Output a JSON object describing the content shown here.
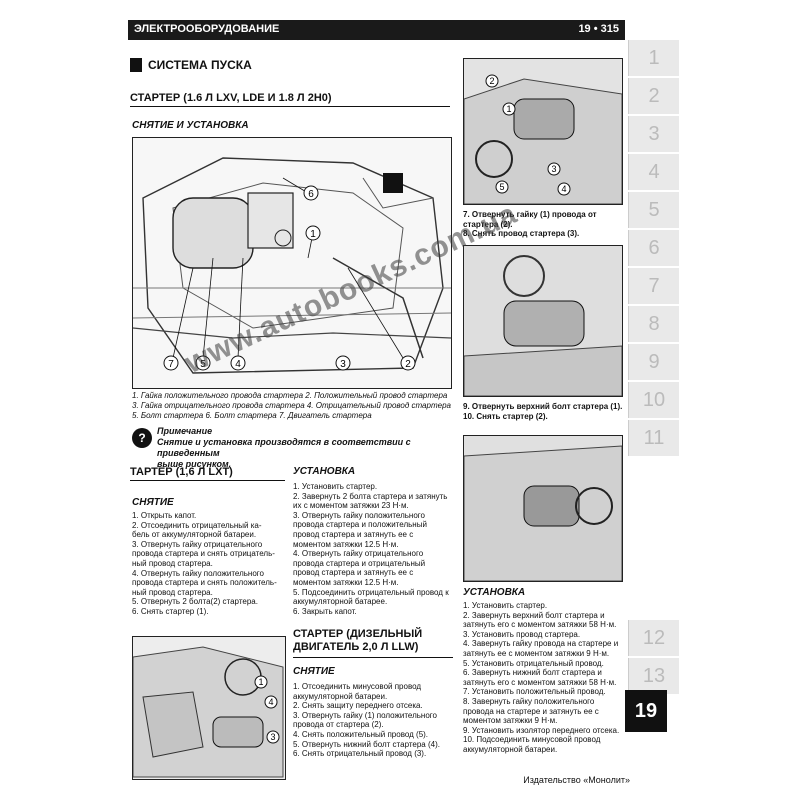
{
  "header": {
    "section": "ЭЛЕКТРООБОРУДОВАНИЕ",
    "page": "19 • 315"
  },
  "main": {
    "title": "СИСТЕМА ПУСКА",
    "starter1": {
      "title": "СТАРТЕР (1.6 Л LXV, LDE И 1.8 Л 2H0)",
      "subtitle": "СНЯТИЕ И УСТАНОВКА",
      "fig_labels": [
        "6",
        "1",
        "7",
        "5",
        "4",
        "3",
        "2"
      ],
      "caption": [
        "1. Гайка положительного провода стартера 2. Положительный провод стартера",
        "3. Гайка отрицательного провода стартера 4. Отрицательный провод стартера",
        "5. Болт стартера 6. Болт стартера 7. Двигатель стартера"
      ]
    },
    "note": {
      "label": "Примечание",
      "text": [
        "Снятие и установка производятся в соответствии с приведенным",
        "выше рисунком."
      ]
    },
    "starter2": {
      "title": "ТАРТЕР (1,6 Л LXT)",
      "removal_title": "СНЯТИЕ",
      "removal": [
        "1. Открыть капот.",
        "2. Отсоединить отрицательный ка-",
        "бель от аккумуляторной батареи.",
        "3. Отвернуть гайку отрицательного",
        "провода стартера и снять отрицатель-",
        "ный провод стартера.",
        "4. Отвернуть гайку положительного",
        "провода стартера и снять положитель-",
        "ный провод стартера.",
        "5. Отвернуть 2 болта(2) стартера.",
        "6. Снять стартер (1)."
      ],
      "install_title": "УСТАНОВКА",
      "install": [
        "1. Установить стартер.",
        "2. Завернуть 2 болта стартера и затянуть их с моментом затяжки 23 Н·м.",
        "3. Отвернуть гайку положительного провода стартера и положительный провод стартера и затянуть ее с моментом затяжки 12.5 Н·м.",
        "4. Отвернуть гайку отрицательного провода стартера и отрицательный провод стартера и затянуть ее с моментом затяжки 12.5 Н·м.",
        "5. Подсоединить отрицательный провод к аккумуляторной батарее.",
        "6. Закрыть капот."
      ]
    },
    "starter3": {
      "title_line1": "СТАРТЕР (ДИЗЕЛЬНЫЙ",
      "title_line2": "ДВИГАТЕЛЬ 2,0 Л LLW)",
      "removal_title": "СНЯТИЕ",
      "removal": [
        "1. Отсоединить минусовой провод аккумуляторной батареи.",
        "2. Снять защиту переднего отсека.",
        "3. Отвернуть гайку (1) положительного провода от стартера (2).",
        "4. Снять положительный провод (5).",
        "5. Отвернуть нижний болт стартера (4).",
        "6. Снять отрицательный провод (3)."
      ],
      "fig_labels": [
        "1",
        "4",
        "3"
      ]
    },
    "right": {
      "fig1_labels": [
        "2",
        "1",
        "3",
        "5",
        "4"
      ],
      "steps_a": [
        "7. Отвернуть гайку (1) провода от стартера (2).",
        "8. Снять провод стартера (3)."
      ],
      "steps_b": [
        "9. Отвернуть верхний болт стартера (1).",
        "10. Снять стартер (2)."
      ],
      "install_title": "УСТАНОВКА",
      "install": [
        "1. Установить стартер.",
        "2. Завернуть верхний болт стартера и затянуть его с моментом затяжки 58 Н·м.",
        "3. Установить провод стартера.",
        "4. Завернуть гайку провода на стартере и затянуть ее с моментом затяжки 9 Н·м.",
        "5. Установить отрицательный провод.",
        "6. Завернуть нижний болт стартера и затянуть его с моментом затяжки 58 Н·м.",
        "7. Установить положительный провод.",
        "8. Завернуть гайку положительного провода на стартере и затянуть ее с моментом затяжки 9 Н·м.",
        "9. Установить изолятор переднего отсека.",
        "10. Подсоединить минусовой провод аккумуляторной батареи."
      ]
    }
  },
  "tabs": [
    "1",
    "2",
    "3",
    "4",
    "5",
    "6",
    "7",
    "8",
    "9",
    "10",
    "11",
    "12",
    "13"
  ],
  "active_tab": "19",
  "watermark": "www.autobooks.com.ua",
  "footer": "Издательство «Монолит»"
}
